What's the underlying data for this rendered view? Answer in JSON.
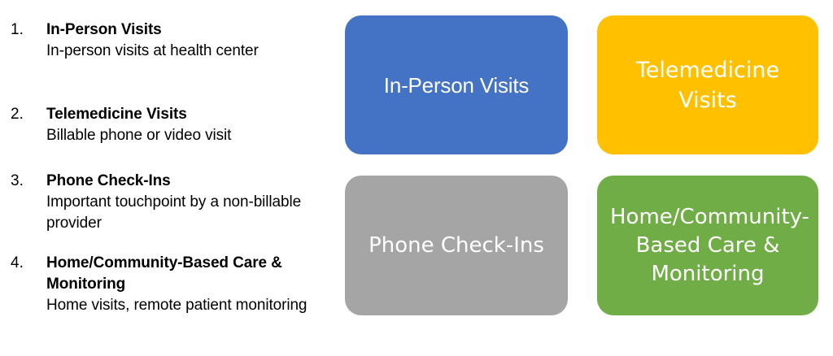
{
  "list": {
    "items": [
      {
        "number": "1.",
        "title": "In-Person Visits",
        "description": "In-person visits at health center"
      },
      {
        "number": "2.",
        "title": "Telemedicine Visits",
        "description": "Billable phone or video visit"
      },
      {
        "number": "3.",
        "title": "Phone Check-Ins",
        "description": "Important touchpoint by a non-billable provider"
      },
      {
        "number": "4.",
        "title": "Home/Community-Based Care & Monitoring",
        "description": "Home visits, remote patient monitoring"
      }
    ]
  },
  "boxes": {
    "in_person": {
      "label": "In-Person Visits",
      "color": "#4472C4"
    },
    "telemedicine": {
      "label": "Telemedicine Visits",
      "color": "#FFC000"
    },
    "phone": {
      "label": "Phone Check-Ins",
      "color": "#A5A5A5"
    },
    "home": {
      "label": "Home/Community-Based Care & Monitoring",
      "color": "#70AD47"
    }
  },
  "colors": {
    "background": "#FFFFFF",
    "text": "#000000",
    "box_text": "#FFFFFF"
  }
}
